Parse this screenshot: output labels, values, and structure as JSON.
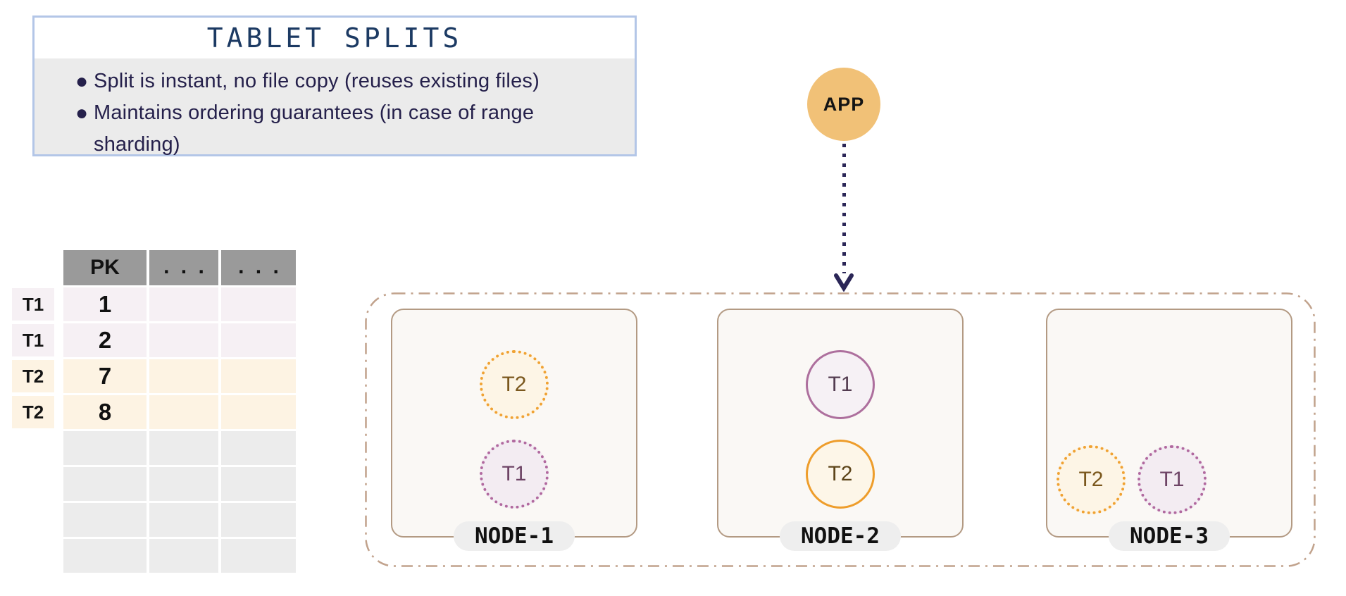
{
  "info_card": {
    "title": "TABLET SPLITS",
    "bullets": [
      "Split is instant, no file copy (reuses existing files)",
      "Maintains ordering guarantees (in case of range sharding)"
    ]
  },
  "app": {
    "label": "APP"
  },
  "table": {
    "headers": [
      "PK",
      "...",
      "..."
    ],
    "rows": [
      {
        "label": "T1",
        "pk": "1",
        "theme": "purple-row"
      },
      {
        "label": "T1",
        "pk": "2",
        "theme": "purple-row"
      },
      {
        "label": "T2",
        "pk": "7",
        "theme": "orange-row"
      },
      {
        "label": "T2",
        "pk": "8",
        "theme": "orange-row"
      }
    ],
    "empty_row_count": 4
  },
  "cluster": {
    "nodes": [
      {
        "name": "NODE-1",
        "layout": "stack",
        "tablets": [
          {
            "label": "T2",
            "variant": "dotted",
            "theme": "orange"
          },
          {
            "label": "T1",
            "variant": "dotted",
            "theme": "purple"
          }
        ]
      },
      {
        "name": "NODE-2",
        "layout": "stack",
        "tablets": [
          {
            "label": "T1",
            "variant": "solid",
            "theme": "purple"
          },
          {
            "label": "T2",
            "variant": "solid",
            "theme": "orange"
          }
        ]
      },
      {
        "name": "NODE-3",
        "layout": "row-bottom",
        "tablets": [
          {
            "label": "T2",
            "variant": "dotted",
            "theme": "orange"
          },
          {
            "label": "T1",
            "variant": "dotted",
            "theme": "purple"
          }
        ]
      }
    ]
  },
  "palette": {
    "title_text": "#1c3a63",
    "bullet_text": "#25204b",
    "card_border": "#b3c6e7",
    "card_body_bg": "#ebebeb",
    "app_circle": "#f1c177",
    "arrow": "#2b2657",
    "cluster_dash_border": "#c1a28c",
    "node_border": "#b39a83",
    "node_bg": "#faf8f5",
    "pill_bg": "#eeeeee",
    "table_header_bg": "#9a9a9a",
    "purple_row_bg": "#f6f0f4",
    "orange_row_bg": "#fdf3e3",
    "empty_row_bg": "#ececec",
    "tablet_orange_stroke": "#ee9d2b",
    "tablet_orange_fill": "#fdf6e8",
    "tablet_purple_stroke": "#ad6f9d",
    "tablet_purple_fill": "#f6f1f5"
  }
}
